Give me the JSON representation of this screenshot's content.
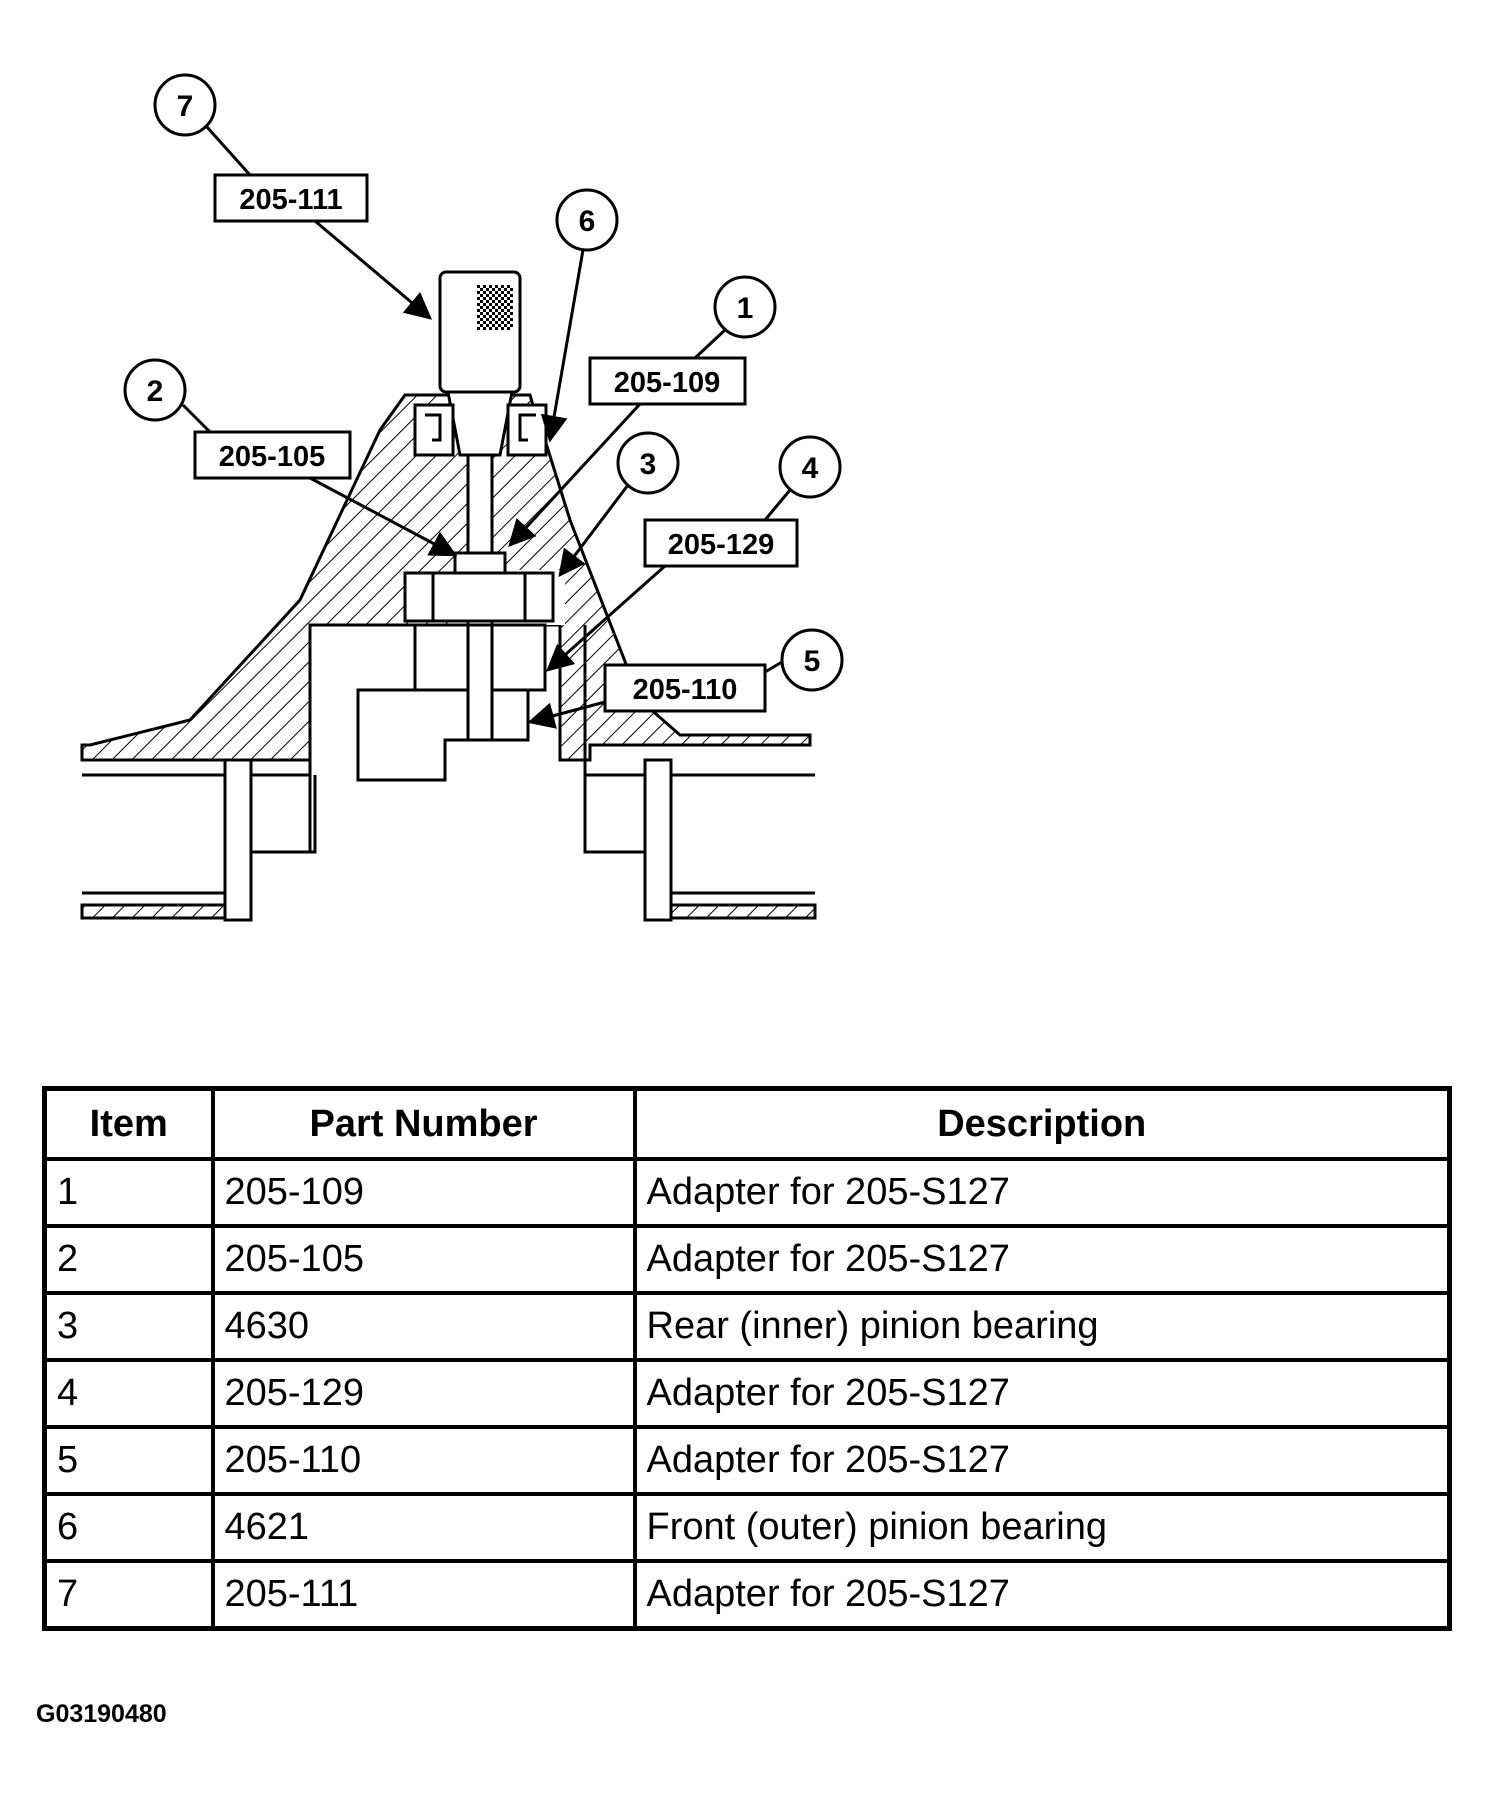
{
  "diagram": {
    "callouts": [
      {
        "number": "7",
        "part": "205-111"
      },
      {
        "number": "6",
        "part": ""
      },
      {
        "number": "1",
        "part": "205-109"
      },
      {
        "number": "2",
        "part": "205-105"
      },
      {
        "number": "3",
        "part": ""
      },
      {
        "number": "4",
        "part": "205-129"
      },
      {
        "number": "5",
        "part": "205-110"
      }
    ]
  },
  "table": {
    "headers": [
      "Item",
      "Part Number",
      "Description"
    ],
    "rows": [
      {
        "item": "1",
        "part": "205-109",
        "description": "Adapter for 205-S127"
      },
      {
        "item": "2",
        "part": "205-105",
        "description": "Adapter for 205-S127"
      },
      {
        "item": "3",
        "part": "4630",
        "description": "Rear (inner) pinion bearing"
      },
      {
        "item": "4",
        "part": "205-129",
        "description": "Adapter for 205-S127"
      },
      {
        "item": "5",
        "part": "205-110",
        "description": "Adapter for 205-S127"
      },
      {
        "item": "6",
        "part": "4621",
        "description": "Front (outer) pinion bearing"
      },
      {
        "item": "7",
        "part": "205-111",
        "description": "Adapter for 205-S127"
      }
    ]
  },
  "figure_id": "G03190480"
}
